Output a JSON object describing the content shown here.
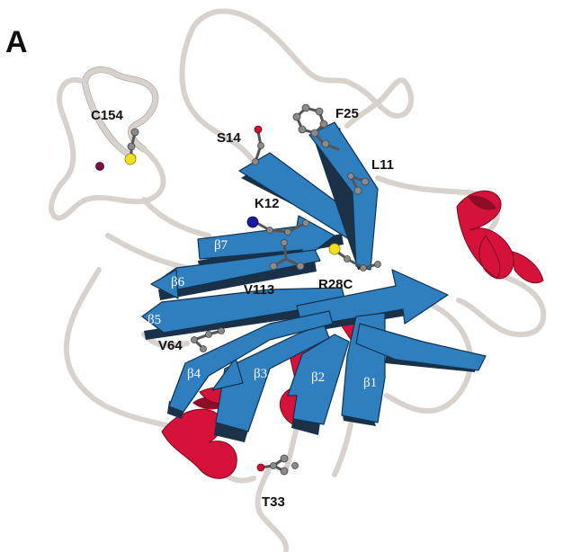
{
  "panel_label": "A",
  "residues": {
    "c154": "C154",
    "s14": "S14",
    "f25": "F25",
    "l11": "L11",
    "k12": "K12",
    "v113": "V113",
    "r28c": "R28C",
    "v64": "V64",
    "t33": "T33"
  },
  "strands": {
    "b1": "β1",
    "b2": "β2",
    "b3": "β3",
    "b4": "β4",
    "b5": "β5",
    "b6": "β6",
    "b7": "β7"
  },
  "colors": {
    "strand": "#2f7fbf",
    "helix": "#d4123a",
    "loop": "#d8d2cf",
    "carbon": "#8a8a8a",
    "sulfur": "#f0e020",
    "nitrogen": "#1a1a9a",
    "oxygen": "#d01030",
    "metal": "#7a1040"
  }
}
